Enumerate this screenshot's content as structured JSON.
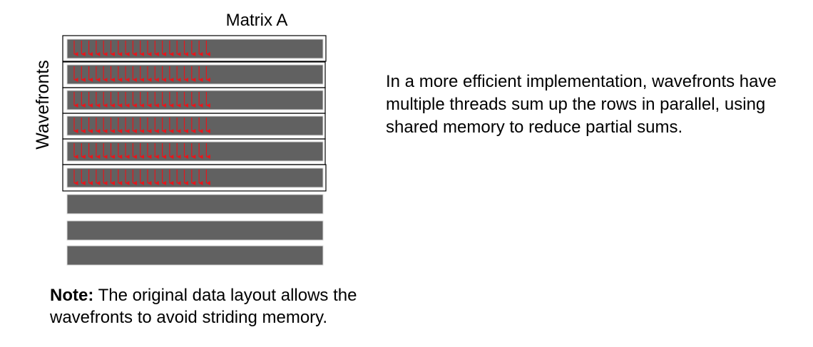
{
  "diagram": {
    "title": "Matrix A",
    "axis_label": "Wavefronts",
    "description": "In a more efficient implementation, wavefronts have multiple threads sum up the rows in parallel, using shared memory to reduce partial sums.",
    "note": {
      "label": "Note:",
      "text": " The original data layout allows the wavefronts to avoid striding memory."
    },
    "matrix": {
      "total_rows": 9,
      "wavefront_rows": 6,
      "threads_per_row": 19
    },
    "colors": {
      "row_fill": "#616161",
      "row_border": "#d9d9d9",
      "wavefront_border": "#000000",
      "thread_arrow": "#e8151b"
    }
  }
}
